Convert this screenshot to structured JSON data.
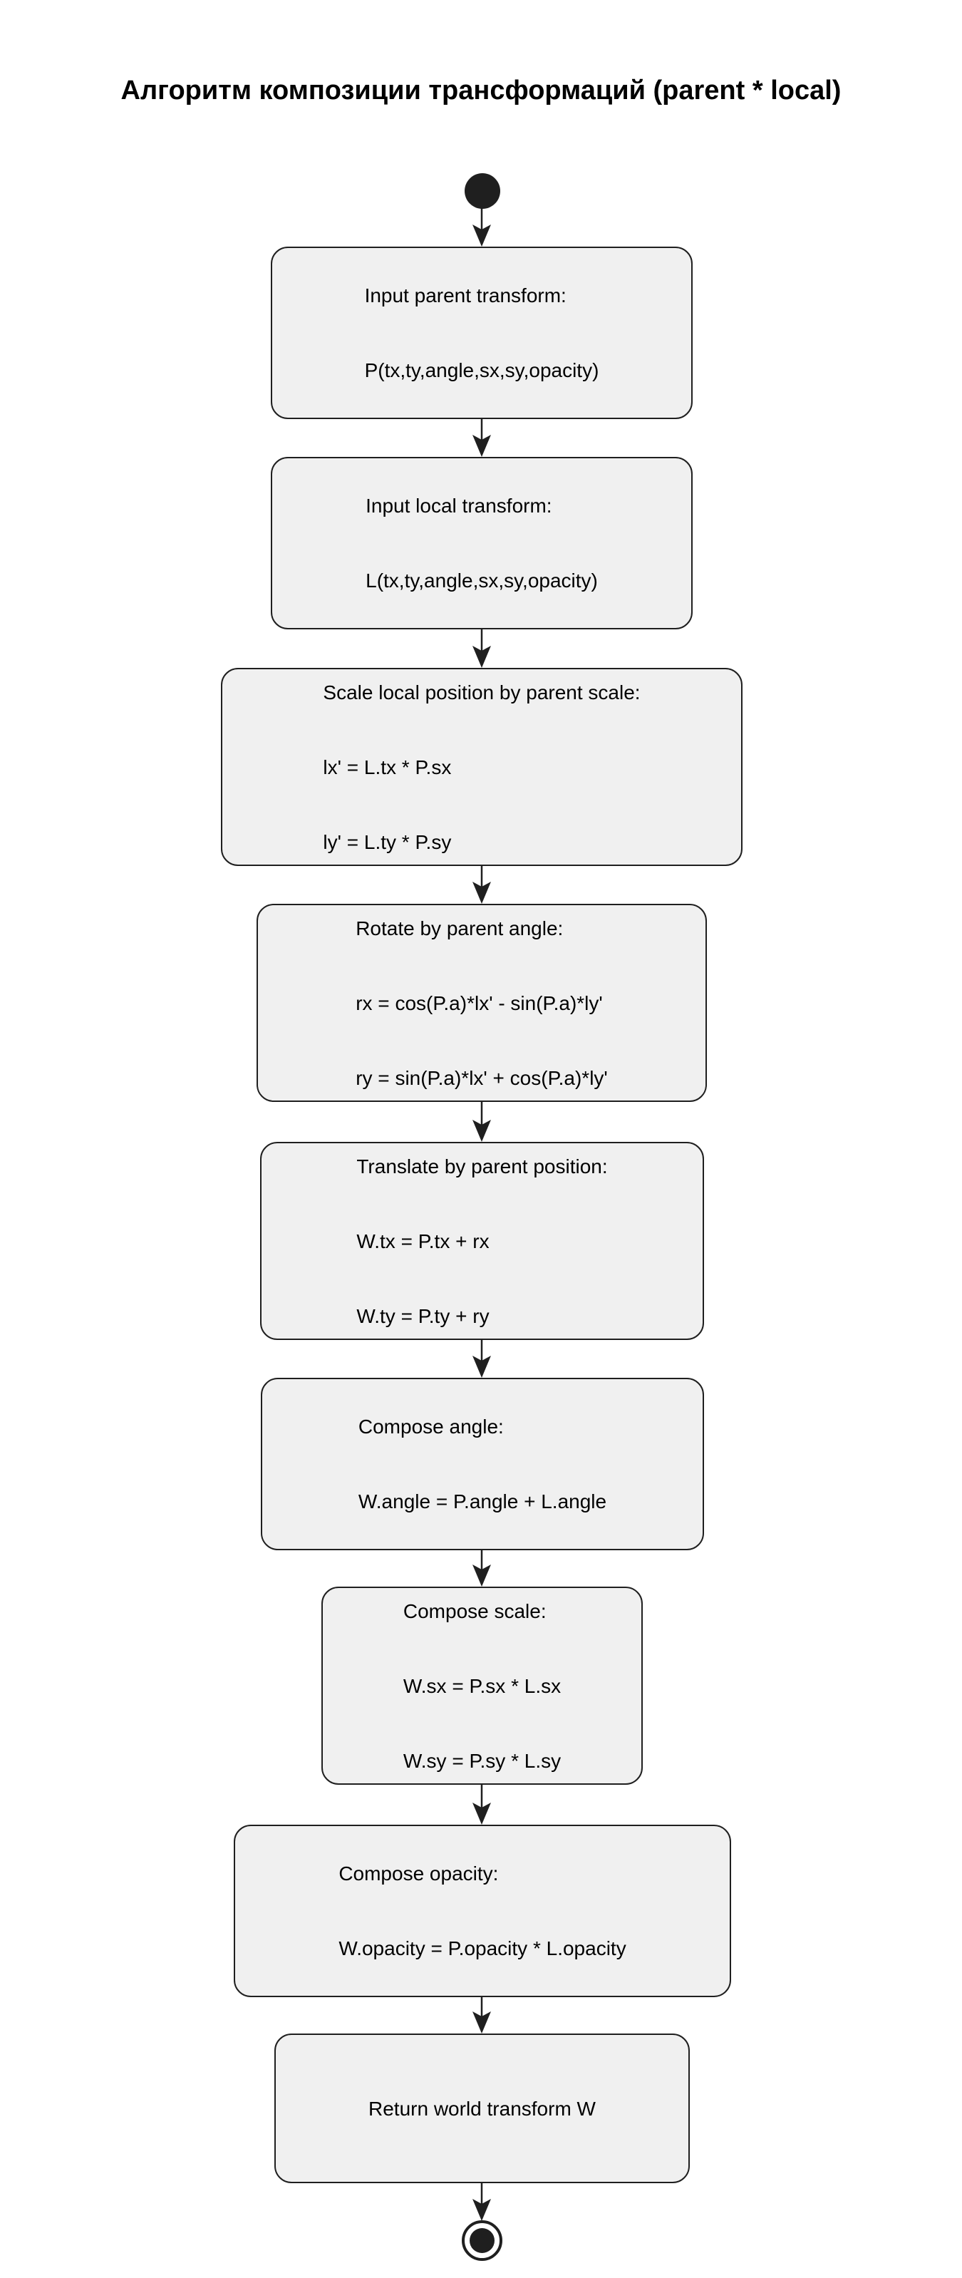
{
  "diagram": {
    "title": "Алгоритм композиции трансформаций (parent * local)",
    "type": "activity-flowchart",
    "colors": {
      "node_fill": "#f0f0f0",
      "node_border": "#1f1f1f",
      "edge": "#1f1f1f",
      "text": "#000000",
      "background": "#ffffff"
    },
    "nodes": [
      {
        "id": "input-parent",
        "lines": [
          "Input parent transform:",
          "P(tx,ty,angle,sx,sy,opacity)"
        ]
      },
      {
        "id": "input-local",
        "lines": [
          "Input local transform:",
          "L(tx,ty,angle,sx,sy,opacity)"
        ]
      },
      {
        "id": "scale-local",
        "lines": [
          "Scale local position by parent scale:",
          "lx' = L.tx * P.sx",
          "ly' = L.ty * P.sy"
        ]
      },
      {
        "id": "rotate",
        "lines": [
          "Rotate by parent angle:",
          "rx = cos(P.a)*lx' - sin(P.a)*ly'",
          "ry = sin(P.a)*lx' + cos(P.a)*ly'"
        ]
      },
      {
        "id": "translate",
        "lines": [
          "Translate by parent position:",
          "W.tx = P.tx + rx",
          "W.ty = P.ty + ry"
        ]
      },
      {
        "id": "compose-angle",
        "lines": [
          "Compose angle:",
          "W.angle = P.angle + L.angle"
        ]
      },
      {
        "id": "compose-scale",
        "lines": [
          "Compose scale:",
          "W.sx = P.sx * L.sx",
          "W.sy = P.sy * L.sy"
        ]
      },
      {
        "id": "compose-opacity",
        "lines": [
          "Compose opacity:",
          "W.opacity = P.opacity * L.opacity"
        ]
      },
      {
        "id": "return-world",
        "lines": [
          "Return world transform W"
        ]
      }
    ]
  }
}
